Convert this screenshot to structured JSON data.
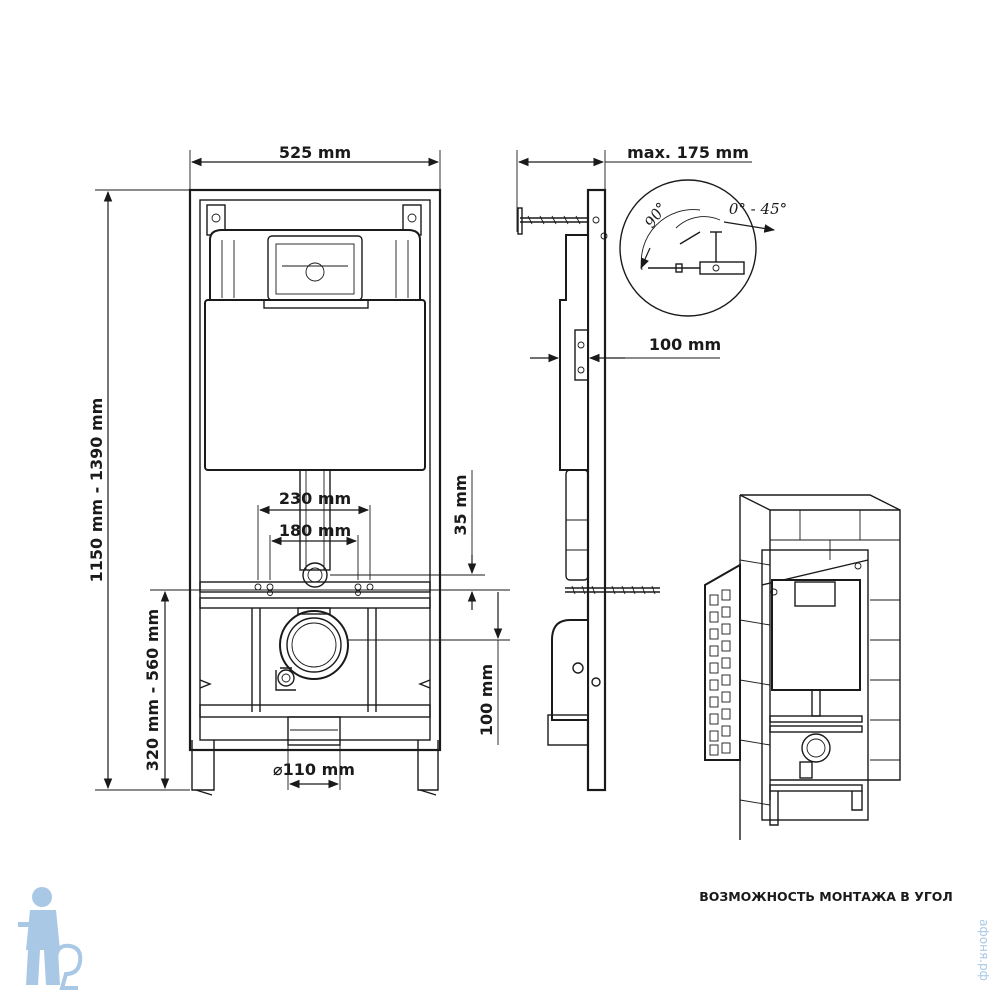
{
  "front_view": {
    "width_label": "525 mm",
    "height_label": "1150 mm - 1390 mm",
    "outlet_height_label": "320 mm - 560 mm",
    "bracket_outer_label": "230 mm",
    "bracket_inner_label": "180 mm",
    "gap_label": "35 mm",
    "drain_height_label": "100 mm",
    "pipe_diameter_label": "⌀110 mm"
  },
  "side_view": {
    "depth_label": "max. 175 mm",
    "offset_label": "100 mm",
    "angle_large_label": "90°",
    "angle_range_label": "0° - 45°"
  },
  "corner_view": {
    "caption": "ВОЗМОЖНОСТЬ МОНТАЖА В УГОЛ"
  },
  "watermark": {
    "text": "афоня.рф"
  },
  "colors": {
    "line": "#1a1a1a",
    "background": "#ffffff",
    "logo": "#a8c8e6"
  }
}
